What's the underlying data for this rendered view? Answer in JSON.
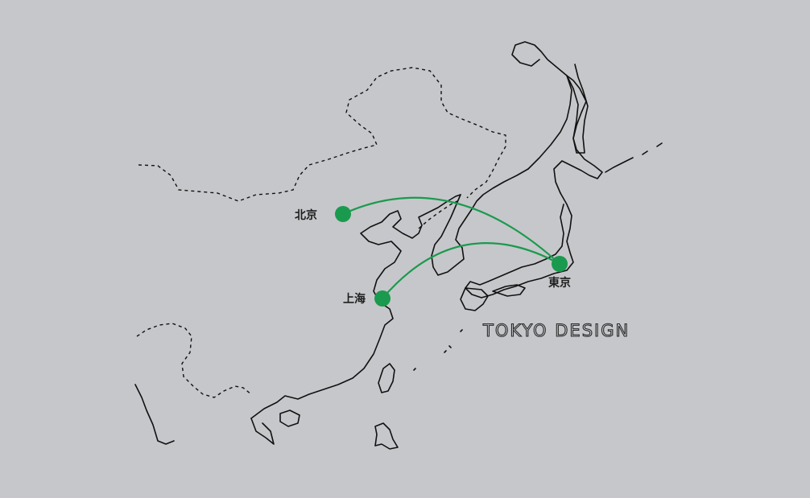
{
  "background_color": "#c6c7ca",
  "route_color": "#1a9a4e",
  "line_color": "#111111",
  "brand": {
    "text": "TOKYO DESIGN"
  },
  "cities": [
    {
      "id": "beijing",
      "label": "北京"
    },
    {
      "id": "shanghai",
      "label": "上海"
    },
    {
      "id": "tokyo",
      "label": "東京"
    }
  ],
  "routes": [
    {
      "from": "beijing",
      "to": "tokyo"
    },
    {
      "from": "shanghai",
      "to": "tokyo"
    }
  ]
}
